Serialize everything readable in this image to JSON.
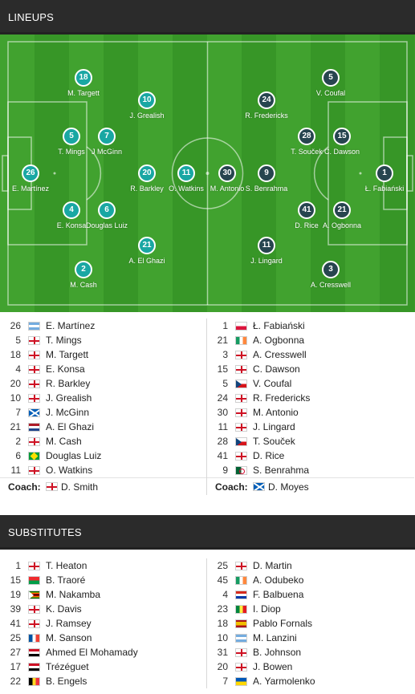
{
  "lineups_header": "LINEUPS",
  "substitutes_header": "SUBSTITUTES",
  "home_color": "#19a7a3",
  "away_color": "#27454f",
  "pitch_players": {
    "home": [
      {
        "num": "26",
        "name": "E. Martínez"
      },
      {
        "num": "18",
        "name": "M. Targett"
      },
      {
        "num": "5",
        "name": "T. Mings"
      },
      {
        "num": "7",
        "name": "J McGinn"
      },
      {
        "num": "4",
        "name": "E. Konsa"
      },
      {
        "num": "6",
        "name": "Douglas Luiz"
      },
      {
        "num": "2",
        "name": "M. Cash"
      },
      {
        "num": "10",
        "name": "J. Grealish"
      },
      {
        "num": "20",
        "name": "R. Barkley"
      },
      {
        "num": "21",
        "name": "A. El Ghazi"
      },
      {
        "num": "11",
        "name": "O. Watkins"
      }
    ],
    "away": [
      {
        "num": "1",
        "name": "Ł. Fabiański"
      },
      {
        "num": "5",
        "name": "V. Coufal"
      },
      {
        "num": "28",
        "name": "T. Souček"
      },
      {
        "num": "15",
        "name": "C. Dawson"
      },
      {
        "num": "41",
        "name": "D. Rice"
      },
      {
        "num": "21",
        "name": "A. Ogbonna"
      },
      {
        "num": "3",
        "name": "A. Cresswell"
      },
      {
        "num": "24",
        "name": "R. Fredericks"
      },
      {
        "num": "9",
        "name": "S. Benrahma"
      },
      {
        "num": "11",
        "name": "J. Lingard"
      },
      {
        "num": "30",
        "name": "M. Antonio"
      }
    ]
  },
  "home_lineup": [
    {
      "num": "26",
      "flag": "argentina-flag",
      "name": "E. Martínez"
    },
    {
      "num": "5",
      "flag": "england-flag",
      "name": "T. Mings"
    },
    {
      "num": "18",
      "flag": "england-flag",
      "name": "M. Targett"
    },
    {
      "num": "4",
      "flag": "england-flag",
      "name": "E. Konsa"
    },
    {
      "num": "20",
      "flag": "england-flag",
      "name": "R. Barkley"
    },
    {
      "num": "10",
      "flag": "england-flag",
      "name": "J. Grealish"
    },
    {
      "num": "7",
      "flag": "scotland-flag",
      "name": "J. McGinn"
    },
    {
      "num": "21",
      "flag": "netherlands-flag",
      "name": "A. El Ghazi"
    },
    {
      "num": "2",
      "flag": "england-flag",
      "name": "M. Cash"
    },
    {
      "num": "6",
      "flag": "brazil-flag",
      "name": "Douglas Luiz"
    },
    {
      "num": "11",
      "flag": "england-flag",
      "name": "O. Watkins"
    }
  ],
  "away_lineup": [
    {
      "num": "1",
      "flag": "poland-flag",
      "name": "Ł. Fabiański"
    },
    {
      "num": "21",
      "flag": "ireland-flag",
      "name": "A. Ogbonna"
    },
    {
      "num": "3",
      "flag": "england-flag",
      "name": "A. Cresswell"
    },
    {
      "num": "15",
      "flag": "england-flag",
      "name": "C. Dawson"
    },
    {
      "num": "5",
      "flag": "czech-flag",
      "name": "V. Coufal"
    },
    {
      "num": "24",
      "flag": "england-flag",
      "name": "R. Fredericks"
    },
    {
      "num": "30",
      "flag": "england-flag",
      "name": "M. Antonio"
    },
    {
      "num": "11",
      "flag": "england-flag",
      "name": "J. Lingard"
    },
    {
      "num": "28",
      "flag": "czech-flag",
      "name": "T. Souček"
    },
    {
      "num": "41",
      "flag": "england-flag",
      "name": "D. Rice"
    },
    {
      "num": "9",
      "flag": "algeria-flag",
      "name": "S. Benrahma"
    }
  ],
  "coach_label": "Coach:",
  "home_coach": {
    "flag": "england-flag",
    "name": "D. Smith"
  },
  "away_coach": {
    "flag": "scotland-flag",
    "name": "D. Moyes"
  },
  "home_subs": [
    {
      "num": "1",
      "flag": "england-flag",
      "name": "T. Heaton"
    },
    {
      "num": "15",
      "flag": "burkina-faso-flag",
      "name": "B. Traoré"
    },
    {
      "num": "19",
      "flag": "zimbabwe-flag",
      "name": "M. Nakamba"
    },
    {
      "num": "39",
      "flag": "england-flag",
      "name": "K. Davis"
    },
    {
      "num": "41",
      "flag": "england-flag",
      "name": "J. Ramsey"
    },
    {
      "num": "25",
      "flag": "france-flag",
      "name": "M. Sanson"
    },
    {
      "num": "27",
      "flag": "egypt-flag",
      "name": "Ahmed El Mohamady"
    },
    {
      "num": "17",
      "flag": "egypt-flag",
      "name": "Trézéguet"
    },
    {
      "num": "22",
      "flag": "belgium-flag",
      "name": "B. Engels"
    }
  ],
  "away_subs": [
    {
      "num": "25",
      "flag": "england-flag",
      "name": "D. Martin"
    },
    {
      "num": "45",
      "flag": "ireland-flag",
      "name": "A. Odubeko"
    },
    {
      "num": "4",
      "flag": "paraguay-flag",
      "name": "F. Balbuena"
    },
    {
      "num": "23",
      "flag": "senegal-flag",
      "name": "I. Diop"
    },
    {
      "num": "18",
      "flag": "spain-flag",
      "name": "Pablo Fornals"
    },
    {
      "num": "10",
      "flag": "argentina-flag",
      "name": "M. Lanzini"
    },
    {
      "num": "31",
      "flag": "england-flag",
      "name": "B. Johnson"
    },
    {
      "num": "20",
      "flag": "england-flag",
      "name": "J. Bowen"
    },
    {
      "num": "7",
      "flag": "ukraine-flag",
      "name": "A. Yarmolenko"
    }
  ]
}
